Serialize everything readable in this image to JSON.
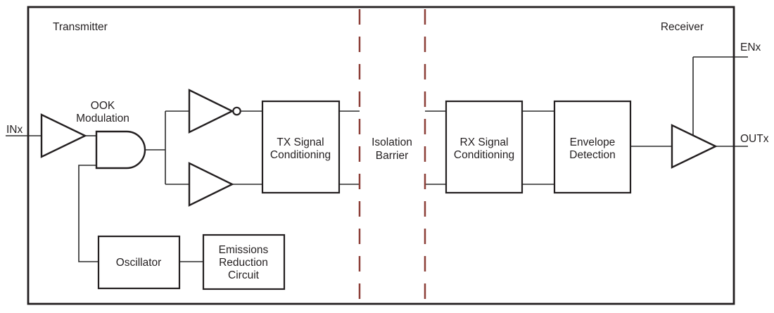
{
  "diagram": {
    "region_labels": {
      "transmitter": "Transmitter",
      "receiver": "Receiver"
    },
    "pins": {
      "input": "INx",
      "enable": "ENx",
      "output": "OUTx"
    },
    "annotations": {
      "ook_modulation": {
        "line1": "OOK",
        "line2": "Modulation"
      },
      "isolation_barrier": {
        "line1": "Isolation",
        "line2": "Barrier"
      }
    },
    "blocks": {
      "tx_signal_conditioning": {
        "line1": "TX Signal",
        "line2": "Conditioning"
      },
      "rx_signal_conditioning": {
        "line1": "RX Signal",
        "line2": "Conditioning"
      },
      "envelope_detection": {
        "line1": "Envelope",
        "line2": "Detection"
      },
      "oscillator": {
        "line1": "Oscillator"
      },
      "emissions_reduction": {
        "line1": "Emissions",
        "line2": "Reduction",
        "line3": "Circuit"
      }
    },
    "colors": {
      "line": "#231f20",
      "isolation_dash": "#8c3f38",
      "background": "#ffffff"
    }
  }
}
